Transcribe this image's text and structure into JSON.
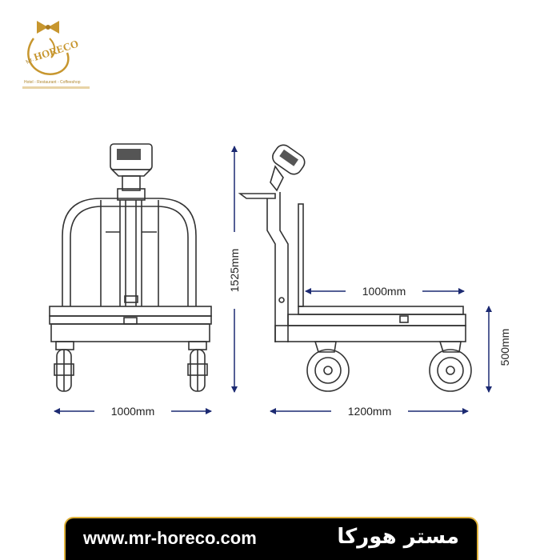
{
  "logo": {
    "brand": "HORECO",
    "prefix": "Mr.",
    "tagline": "Hotel - Restaurant - Coffeeshop",
    "colors": {
      "gold": "#c7962e"
    }
  },
  "dimensions": {
    "front_width": "1000mm",
    "total_height": "1525mm",
    "platform_length": "1000mm",
    "side_length": "1200mm",
    "platform_height": "500mm"
  },
  "arrow_color": "#1c2a72",
  "footer": {
    "url": "www.mr-horeco.com",
    "brand_fa": "مستر هورکا",
    "colors": {
      "background": "#000000",
      "border": "#e0b23a",
      "text": "#ffffff"
    }
  }
}
